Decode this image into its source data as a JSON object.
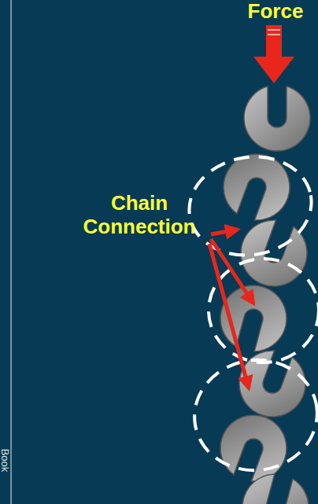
{
  "diagram": {
    "labels": [
      "Force",
      "Chain Connection",
      "Book"
    ]
  }
}
